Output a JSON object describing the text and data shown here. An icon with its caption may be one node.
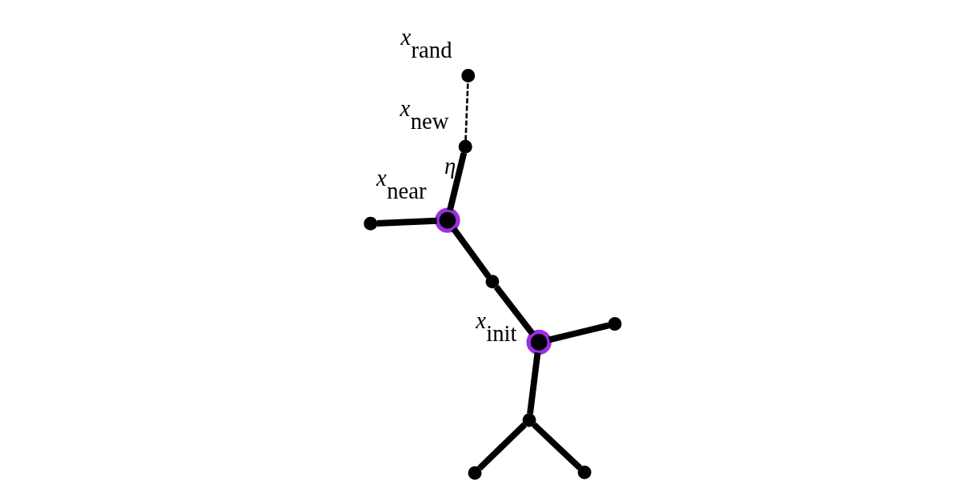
{
  "diagram": {
    "nodes": [
      {
        "text": [],
        "shape": "circle"
      },
      {
        "text": [],
        "shape": "circle",
        "beside": [
          "*x*$_{near}$"
        ]
      },
      {
        "text": [],
        "shape": "circle",
        "beside": [
          "*x*$_{new}$"
        ]
      },
      {
        "text": [],
        "shape": "circle",
        "beside": [
          "*x*$_{rand}$"
        ]
      },
      {
        "text": [],
        "shape": "circle"
      },
      {
        "text": [],
        "shape": "circle",
        "beside": [
          "*x*$_{init}$"
        ]
      },
      {
        "text": [],
        "shape": "circle"
      },
      {
        "text": [],
        "shape": "circle"
      },
      {
        "text": [],
        "shape": "circle"
      },
      {
        "text": [],
        "shape": "circle"
      }
    ],
    "edges": [
      {
        "from": 0,
        "to": 1,
        "arrow": "none"
      },
      {
        "from": 1,
        "to": 2,
        "arrow": "none",
        "label": "*η*"
      },
      {
        "from": 2,
        "to": 3,
        "arrow": "none",
        "style": "dashed"
      },
      {
        "from": 1,
        "to": 4,
        "arrow": "none"
      },
      {
        "from": 4,
        "to": 5,
        "arrow": "none"
      },
      {
        "from": 5,
        "to": 6,
        "arrow": "none"
      },
      {
        "from": 6,
        "to": 7,
        "arrow": "none"
      },
      {
        "from": 6,
        "to": 8,
        "arrow": "none"
      },
      {
        "from": 5,
        "to": 9,
        "arrow": "none"
      }
    ]
  }
}
